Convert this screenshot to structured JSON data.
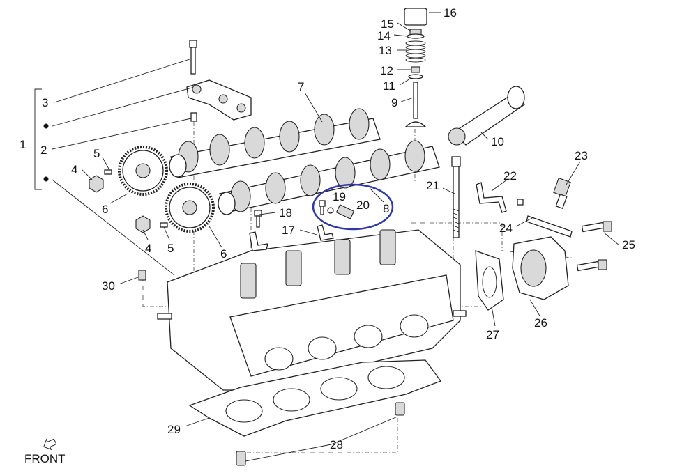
{
  "diagram": {
    "part_numbers": [
      "1",
      "2",
      "3",
      "4",
      "4",
      "5",
      "5",
      "6",
      "6",
      "7",
      "8",
      "9",
      "10",
      "11",
      "12",
      "13",
      "14",
      "15",
      "16",
      "17",
      "18",
      "19",
      "20",
      "21",
      "22",
      "23",
      "24",
      "25",
      "26",
      "27",
      "28",
      "29",
      "30"
    ],
    "front_label": "FRONT",
    "highlight_color": "#2f3aa8",
    "line_color": "#222222"
  }
}
